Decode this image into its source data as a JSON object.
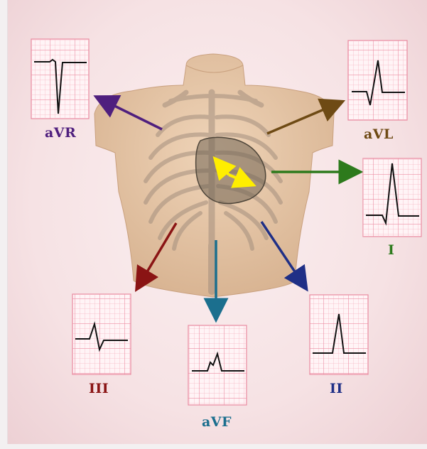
{
  "leads": [
    {
      "id": "aVR",
      "label": "aVR",
      "color": "#4f1f7e"
    },
    {
      "id": "aVL",
      "label": "aVL",
      "color": "#6e4a14"
    },
    {
      "id": "I",
      "label": "I",
      "color": "#2d7a1c"
    },
    {
      "id": "II",
      "label": "II",
      "color": "#1f2f86"
    },
    {
      "id": "aVF",
      "label": "aVF",
      "color": "#1b6f8e"
    },
    {
      "id": "III",
      "label": "III",
      "color": "#8a1414"
    }
  ],
  "colors": {
    "torso": "#e8c7a8",
    "grid_fine": "#f3a9b8",
    "grid_coarse": "#e98aa0",
    "trace": "#111111",
    "heart_vector": "#ffee00"
  }
}
